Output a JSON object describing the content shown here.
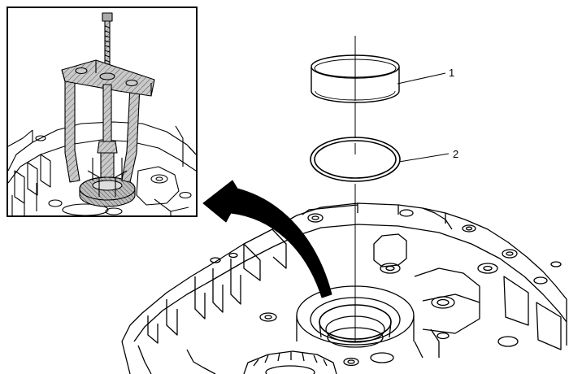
{
  "figure": {
    "callouts": [
      {
        "id": "1",
        "label": "1"
      },
      {
        "id": "2",
        "label": "2"
      }
    ],
    "icons": {
      "inset": "puller-tool-inset-icon",
      "arrow": "curved-arrow-icon",
      "bearing_cup": "bearing-cup-icon",
      "o_ring": "o-ring-icon",
      "housing": "transmission-housing-icon"
    }
  }
}
